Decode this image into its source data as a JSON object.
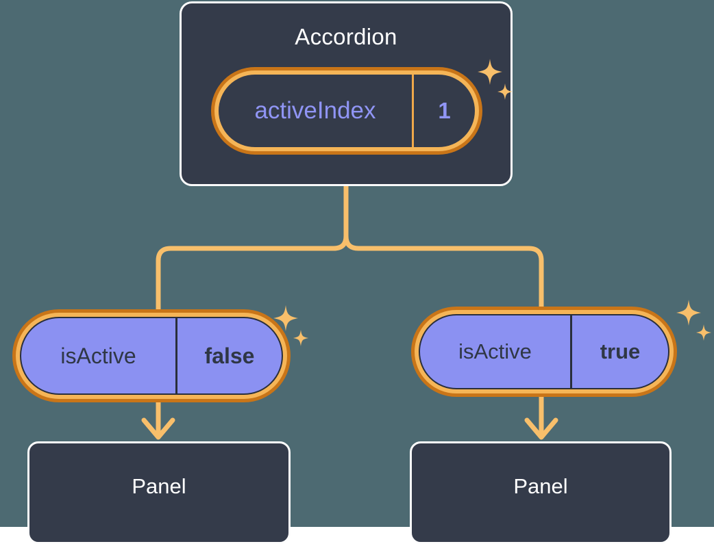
{
  "diagram": {
    "type": "component-tree",
    "background_color": "#4d6a72",
    "accent_color": "#f5b557",
    "accent_dark_color": "#c97518",
    "node_fill_color": "#343b4a",
    "state_fill_color": "#8b91f2",
    "state_text_color": "#9095f5"
  },
  "root": {
    "title": "Accordion",
    "state": {
      "key": "activeIndex",
      "value": "1"
    }
  },
  "children": [
    {
      "state": {
        "key": "isActive",
        "value": "false"
      },
      "component": {
        "title": "Panel"
      }
    },
    {
      "state": {
        "key": "isActive",
        "value": "true"
      },
      "component": {
        "title": "Panel"
      }
    }
  ],
  "icons": {
    "sparkle_large": "sparkle-icon",
    "sparkle_small": "sparkle-icon"
  }
}
